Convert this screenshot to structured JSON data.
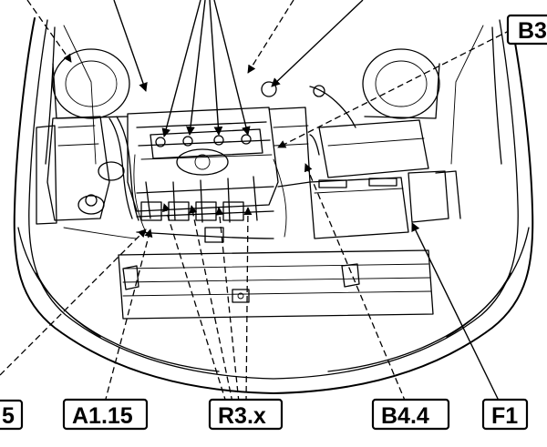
{
  "callouts": {
    "b3": "B3",
    "left_cut": "5",
    "a1_15": "A1.15",
    "r3_x": "R3.x",
    "b4_4": "B4.4",
    "f1": "F1"
  }
}
